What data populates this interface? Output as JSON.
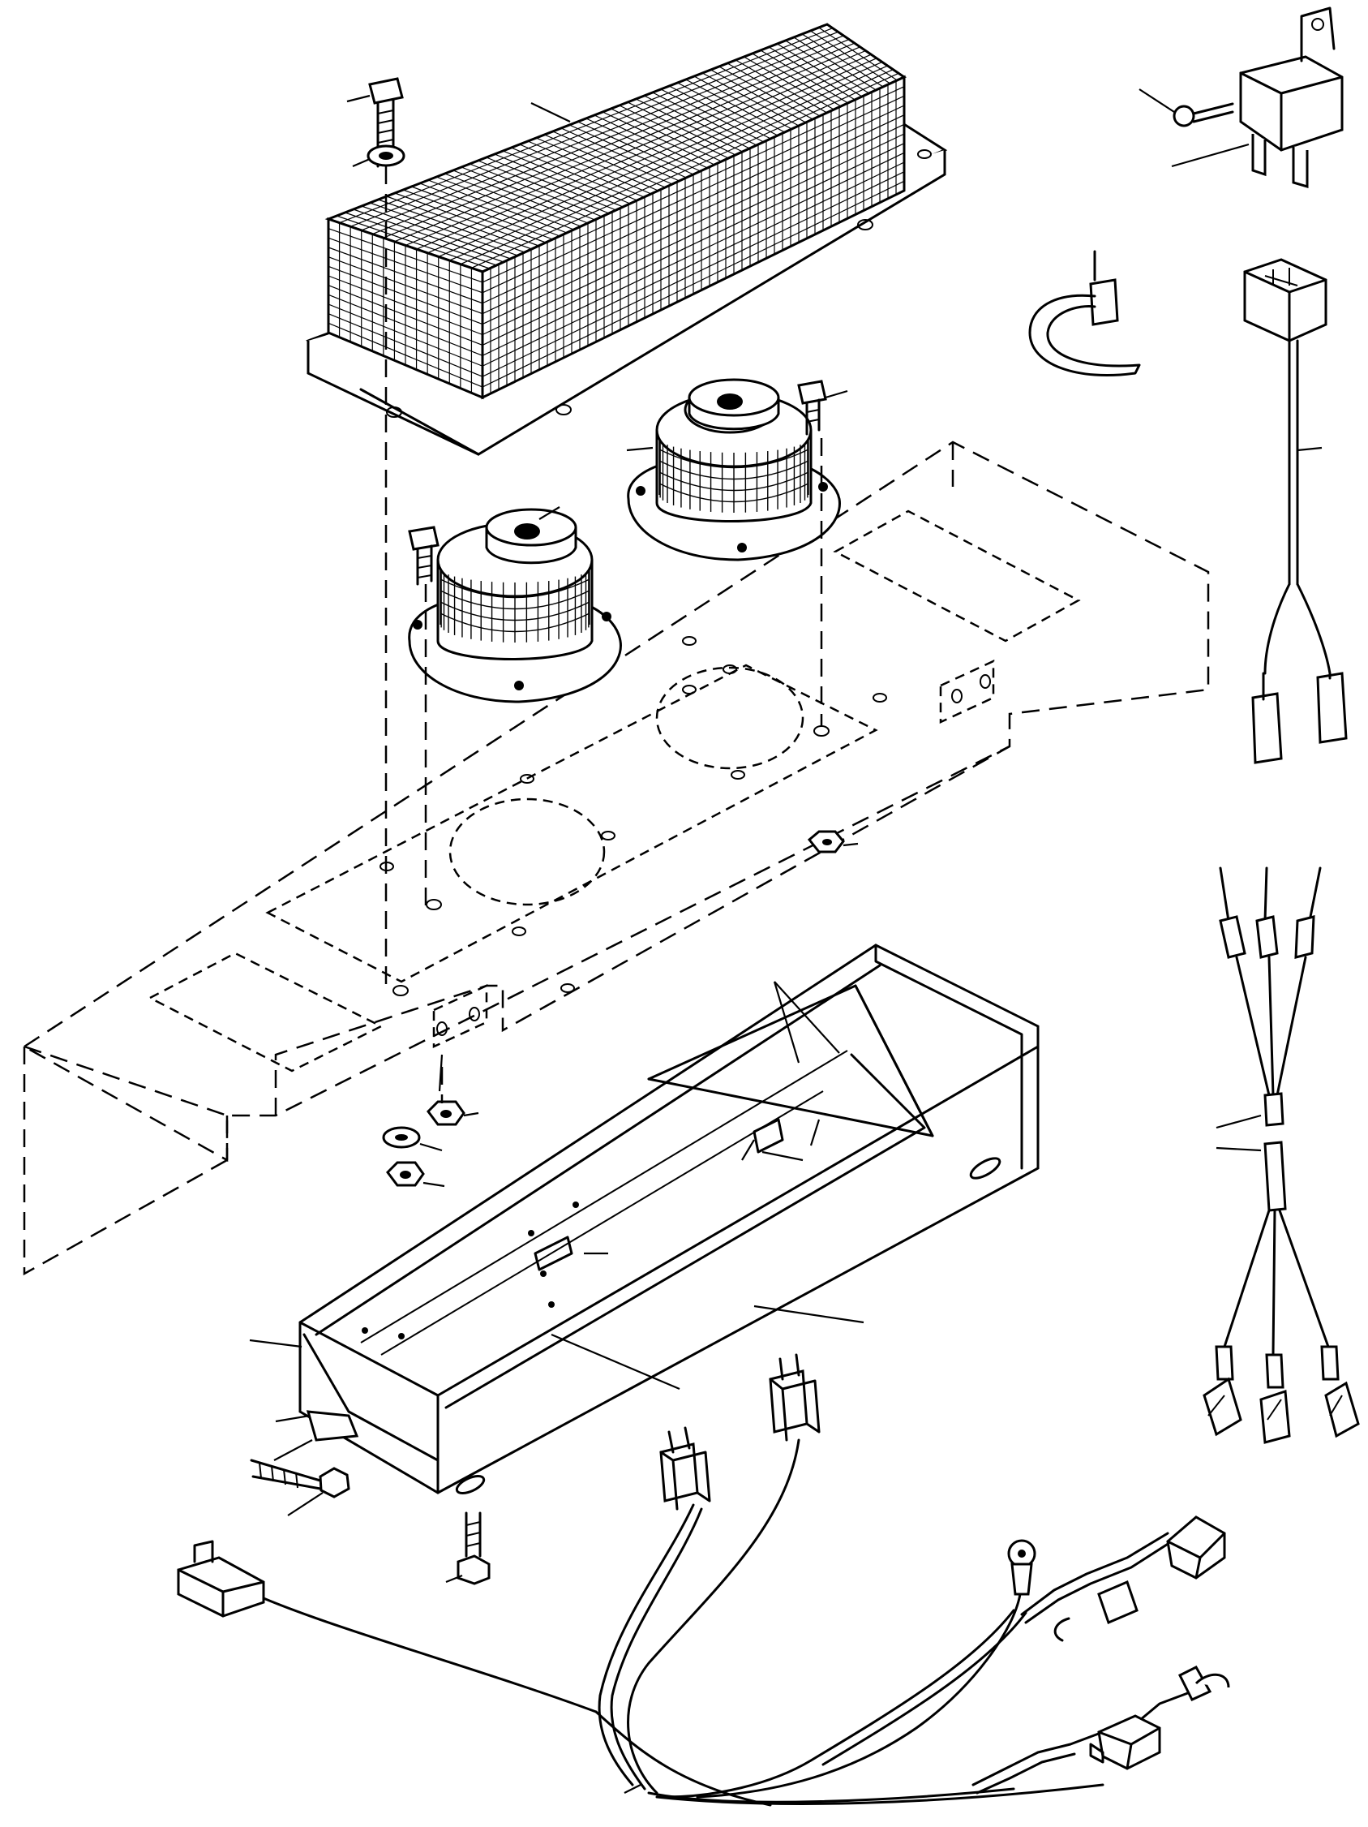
{
  "diagram": {
    "colors": {
      "ink": "#000000",
      "paper": "#ffffff"
    },
    "parts": [
      "heater-core-cover",
      "bolt",
      "washer",
      "relay",
      "relay-screw",
      "cable-tie",
      "relay-harness",
      "blower-motor-left",
      "blower-motor-right",
      "motor-screw-left",
      "motor-screw-right",
      "mounting-plate",
      "nut",
      "duct-housing",
      "resistor-harness",
      "main-harness",
      "ground-terminal",
      "housing-bolt"
    ]
  }
}
